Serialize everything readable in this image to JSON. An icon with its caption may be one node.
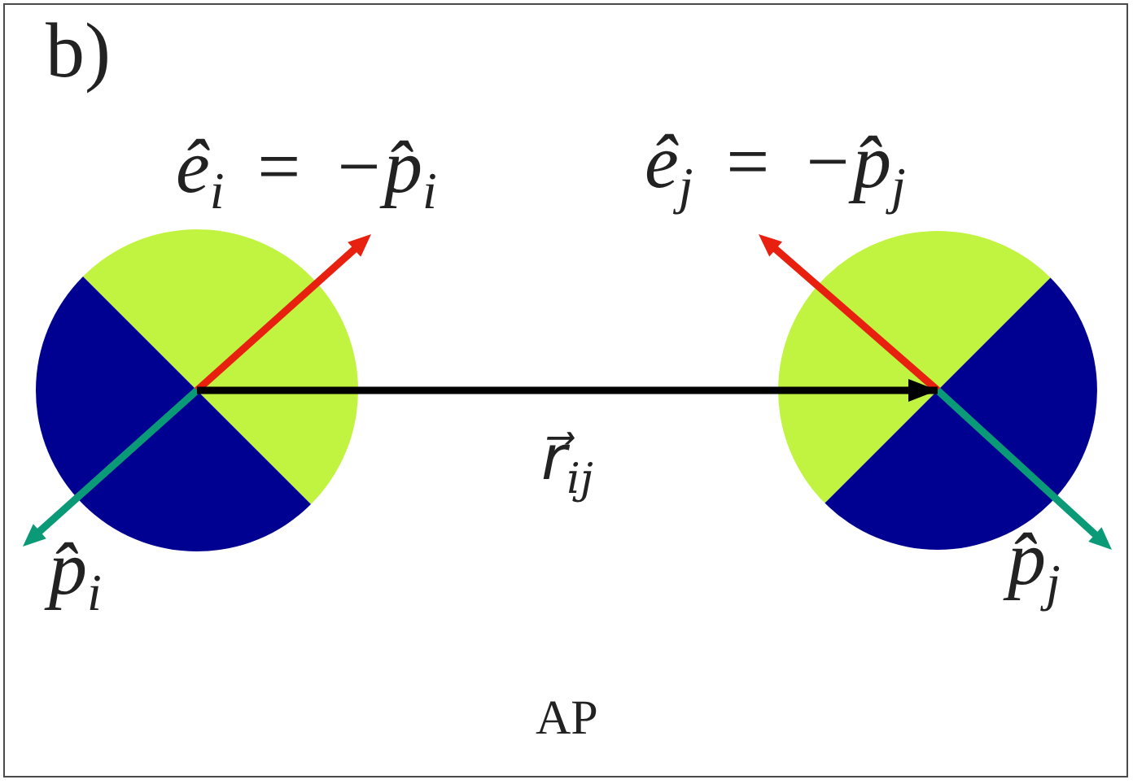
{
  "diagram": {
    "nodes": [
      {
        "text": [],
        "shape": "circle",
        "beside": [
          "ê$_{i}$ = −p̂$_{i}$",
          "p̂$_{i}$"
        ]
      },
      {
        "text": [],
        "shape": "circle",
        "beside": [
          "ê$_{j}$ = −p̂$_{j}$",
          "p̂$_{j}$"
        ]
      }
    ],
    "edges": [
      {
        "from": 0,
        "to": 1,
        "arrow": "to",
        "label": "r⃗$_{ij}$"
      }
    ],
    "labels": [
      "b)",
      "AP"
    ]
  }
}
